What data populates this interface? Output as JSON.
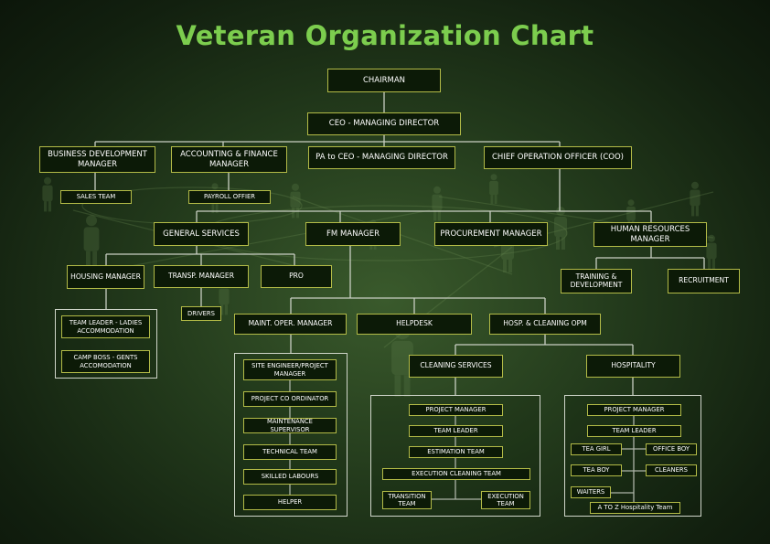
{
  "title": "Veteran Organization Chart",
  "colors": {
    "title": "#7ccd4e",
    "box_fill": "#0c1a07",
    "box_border": "#b3bb47",
    "connector": "#c9cfc3"
  },
  "nodes": {
    "chairman": "CHAIRMAN",
    "ceo": "CEO - MANAGING DIRECTOR",
    "pa_ceo": "PA to CEO - MANAGING DIRECTOR",
    "bdm": "BUSINESS DEVELOPMENT MANAGER",
    "sales": "SALES TEAM",
    "afm": "ACCOUNTING & FINANCE MANAGER",
    "payroll": "PAYROLL OFFIER",
    "coo": "CHIEF OPERATION OFFICER (COO)",
    "gen_services": "GENERAL SERVICES",
    "fm_manager": "FM MANAGER",
    "procurement": "PROCUREMENT MANAGER",
    "hr": "HUMAN RESOURCES MANAGER",
    "housing": "HOUSING MANAGER",
    "transp": "TRANSP. MANAGER",
    "pro": "PRO",
    "drivers": "DRIVERS",
    "team_leader_ladies": "TEAM LEADER - LADIES ACCOMMODATION",
    "camp_boss": "CAMP BOSS - GENTS ACCOMODATION",
    "training": "TRAINING & DEVELOPMENT",
    "recruitment": "RECRUITMENT",
    "maint_oper": "MAINT. OPER. MANAGER",
    "helpdesk": "HELPDESK",
    "hosp_cleaning": "HOSP. & CLEANING OPM",
    "site_engineer": "SITE ENGINEER/PROJECT MANAGER",
    "project_coord": "PROJECT CO ORDINATOR",
    "maint_supervisor": "MAINTENANCE SUPERVISOR",
    "technical_team": "TECHNICAL TEAM",
    "skilled_labours": "SKILLED LABOURS",
    "helper": "HELPER",
    "cleaning_services": "CLEANING SERVICES",
    "cs_project_manager": "PROJECT MANAGER",
    "cs_team_leader": "TEAM LEADER",
    "estimation_team": "ESTIMATION TEAM",
    "execution_cleaning_team": "EXECUTION CLEANING TEAM",
    "transition_team": "TRANSITION TEAM",
    "execution_team": "EXECUTION TEAM",
    "hospitality": "HOSPITALITY",
    "h_project_manager": "PROJECT MANAGER",
    "h_team_leader": "TEAM LEADER",
    "tea_girl": "TEA GIRL",
    "office_boy": "OFFICE BOY",
    "tea_boy": "TEA BOY",
    "cleaners": "CLEANERS",
    "waiters": "WAITERS",
    "a_to_z": "A TO Z Hospitality Team"
  }
}
